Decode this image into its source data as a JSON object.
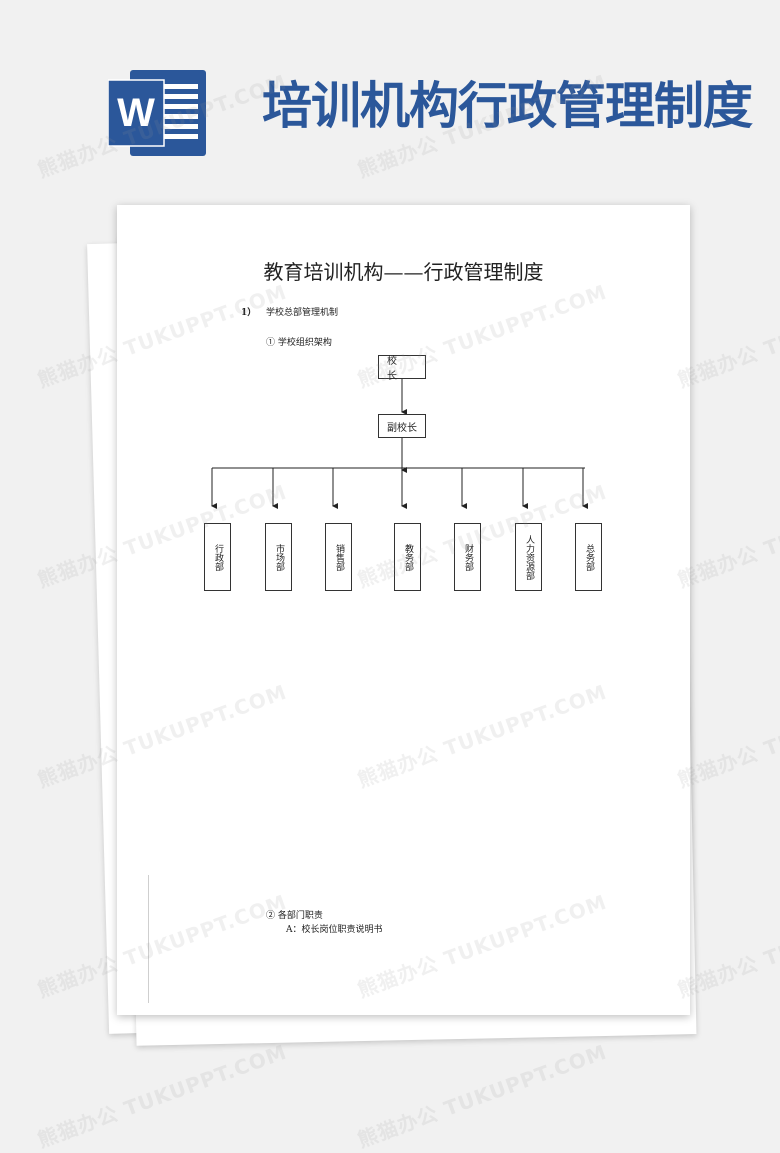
{
  "banner": {
    "title": "培训机构行政管理制度",
    "logo_letter": "W"
  },
  "document": {
    "title": "教育培训机构——行政管理制度",
    "section1": {
      "number": "1）",
      "title": "学校总部管理机制",
      "sub_a": "① 学校组织架构"
    },
    "section2": {
      "title": "② 各部门职责",
      "sub_a": "A：校长岗位职责说明书"
    }
  },
  "org_chart": {
    "top": "校 长",
    "second": "副校长",
    "departments": [
      "行政部",
      "市场部",
      "销售部",
      "教务部",
      "财务部",
      "人力资源部",
      "总务部"
    ]
  },
  "watermark": "熊猫办公 TUKUPPT.COM",
  "colors": {
    "brand": "#2b579a",
    "background": "#f1f1f1"
  }
}
